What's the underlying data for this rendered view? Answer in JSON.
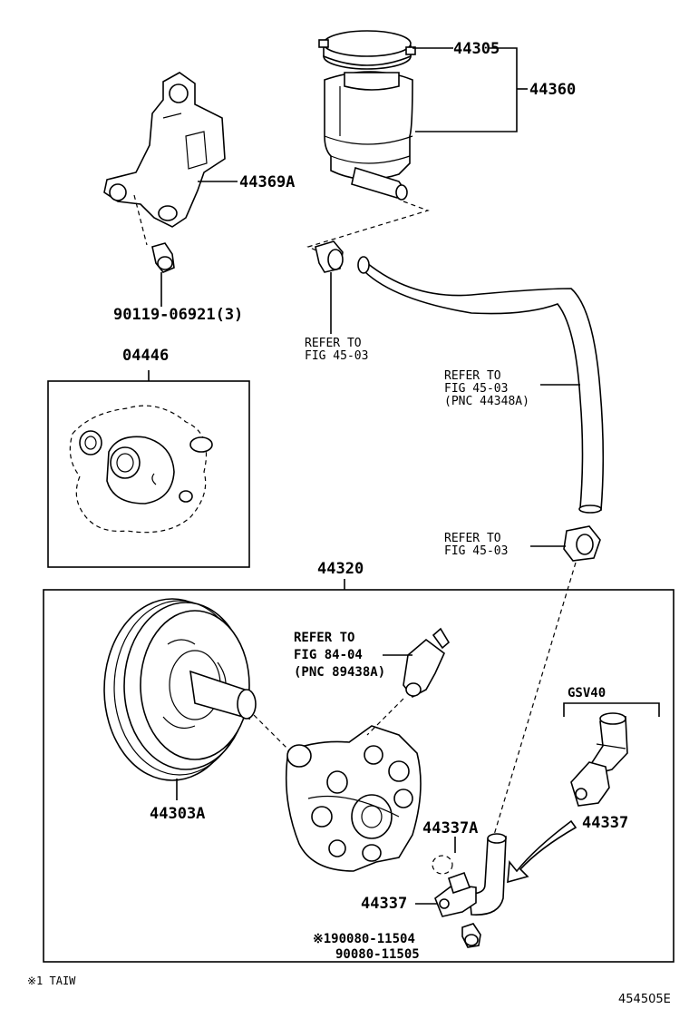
{
  "labels": {
    "p44305": "44305",
    "p44360": "44360",
    "p44369a": "44369A",
    "p90119": "90119-06921(3)",
    "p04446": "04446",
    "p44320": "44320",
    "p44303a": "44303A",
    "p44337a": "44337A",
    "p44337_upper": "44337",
    "p44337_lower": "44337",
    "gsv40": "GSV40",
    "p190080": "※190080-11504",
    "p90080": "90080-11505",
    "footnote": "※1 TAIW",
    "figure_id": "454505E"
  },
  "references": {
    "clip_left": [
      "REFER TO",
      "FIG 45-03"
    ],
    "hose": [
      "REFER TO",
      "FIG 45-03",
      "(PNC 44348A)"
    ],
    "clip_right": [
      "REFER TO",
      "FIG 45-03"
    ],
    "sensor": [
      "REFER TO",
      "FIG 84-04",
      "(PNC 89438A)"
    ]
  }
}
